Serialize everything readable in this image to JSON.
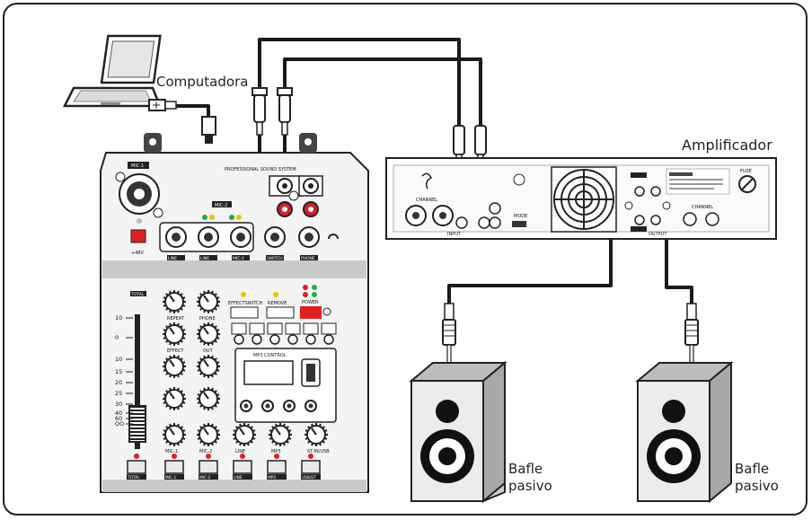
{
  "labels": {
    "computer": "Computadora",
    "amplifier": "Amplificador",
    "speaker_left_line1": "Bafle",
    "speaker_left_line2": "pasivo",
    "speaker_right_line1": "Bafle",
    "speaker_right_line2": "pasivo"
  },
  "mixer": {
    "brand_title": "PROFESSIONAL SOUND SYSTEM",
    "mic1": "MIC-1",
    "mic2": "MIC-2",
    "phantom": "+48V",
    "jacks": [
      "LINE",
      "LINE",
      "MIC-2",
      "SWITCH",
      "PHONE"
    ],
    "total": "TOTAL",
    "knob_repeat": "REPEAT",
    "knob_phone": "PHONE",
    "knob_effect": "EFFECT",
    "knob_out": "OUT",
    "effect_switch": "EFFECTSWITCH",
    "remove": "REMOVE",
    "power": "POWER",
    "mp3_control": "MP3 CONTROL",
    "fader_scale": [
      "10",
      "0",
      "10",
      "15",
      "20",
      "25",
      "30",
      "40",
      "60",
      "OO"
    ],
    "bottom_knobs": [
      "MIC-1",
      "MIC-2",
      "LINE",
      "MP3",
      "ST-IN/USB"
    ],
    "channel_buttons": [
      "TOTAL",
      "MIC-1",
      "MIC-2",
      "LINE",
      "MP3",
      "USB/ST"
    ]
  },
  "amp": {
    "channel": "CHANNEL",
    "input": "INPUT",
    "output": "OUTPUT",
    "mode": "MODE",
    "fuse": "FUSE"
  },
  "colors": {
    "cable": "#1a1a1a",
    "frame": "#222222",
    "rca_red": "#d4202a",
    "led_green": "#2aa84a",
    "led_red": "#e02020",
    "speaker_face": "#ececec"
  }
}
